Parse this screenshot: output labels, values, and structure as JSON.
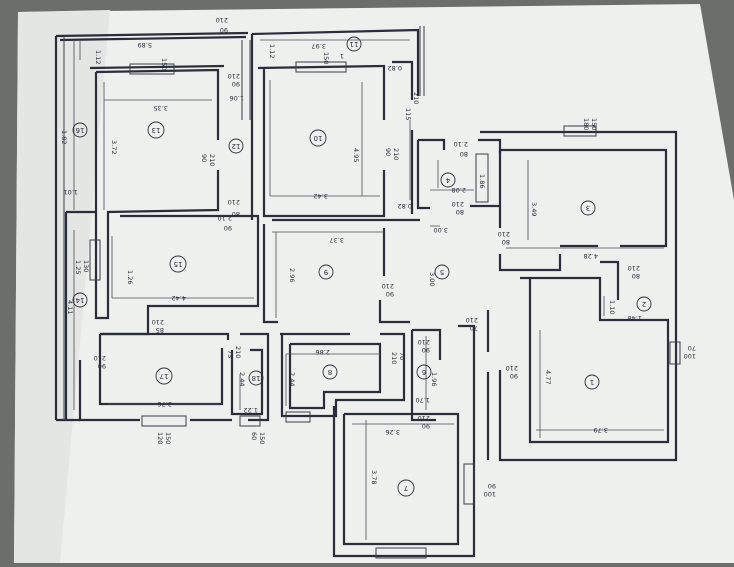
{
  "colors": {
    "paper": "#eef0ee",
    "ink": "#2a2d3a",
    "shadow": "#6b6e6a"
  },
  "rooms": [
    {
      "id": "r1",
      "number": "1"
    },
    {
      "id": "r2",
      "number": "2"
    },
    {
      "id": "r3",
      "number": "3"
    },
    {
      "id": "r4",
      "number": "4"
    },
    {
      "id": "r5",
      "number": "5"
    },
    {
      "id": "r6",
      "number": "6"
    },
    {
      "id": "r7",
      "number": "7"
    },
    {
      "id": "r8",
      "number": "8"
    },
    {
      "id": "r9",
      "number": "9"
    },
    {
      "id": "r10",
      "number": "10"
    },
    {
      "id": "r11",
      "number": "11"
    },
    {
      "id": "r12",
      "number": "12"
    },
    {
      "id": "r13",
      "number": "13"
    },
    {
      "id": "r14",
      "number": "14"
    },
    {
      "id": "r15",
      "number": "15"
    },
    {
      "id": "r16",
      "number": "16"
    },
    {
      "id": "r17",
      "number": "17"
    },
    {
      "id": "r18",
      "number": "18"
    }
  ],
  "dimensions": [
    {
      "id": "d1",
      "text": "210"
    },
    {
      "id": "d2",
      "text": "90"
    },
    {
      "id": "d3",
      "text": "5.89"
    },
    {
      "id": "d4",
      "text": "1.12"
    },
    {
      "id": "d5",
      "text": "3.97"
    },
    {
      "id": "d6",
      "text": "1.12"
    },
    {
      "id": "d7",
      "text": "1"
    },
    {
      "id": "d8",
      "text": "0.82"
    },
    {
      "id": "d9",
      "text": "150"
    },
    {
      "id": "d10",
      "text": "150"
    },
    {
      "id": "d11",
      "text": "210"
    },
    {
      "id": "d12",
      "text": "90"
    },
    {
      "id": "d13",
      "text": "1.06"
    },
    {
      "id": "d14",
      "text": "3.35"
    },
    {
      "id": "d15",
      "text": "3.72"
    },
    {
      "id": "d16",
      "text": "1.82"
    },
    {
      "id": "d17",
      "text": "210"
    },
    {
      "id": "d18",
      "text": "90"
    },
    {
      "id": "d19",
      "text": "1.01"
    },
    {
      "id": "d20",
      "text": "4.95"
    },
    {
      "id": "d21",
      "text": "3.42"
    },
    {
      "id": "d22",
      "text": "210"
    },
    {
      "id": "d23",
      "text": "90"
    },
    {
      "id": "d24",
      "text": "210"
    },
    {
      "id": "d25",
      "text": "80"
    },
    {
      "id": "d26",
      "text": "115"
    },
    {
      "id": "d27",
      "text": "210"
    },
    {
      "id": "d28",
      "text": "2.10"
    },
    {
      "id": "d29",
      "text": "80"
    },
    {
      "id": "d30",
      "text": "1.86"
    },
    {
      "id": "d31",
      "text": "2.08"
    },
    {
      "id": "d32",
      "text": "0.82"
    },
    {
      "id": "d33",
      "text": "210"
    },
    {
      "id": "d34",
      "text": "80"
    },
    {
      "id": "d35",
      "text": "3.00"
    },
    {
      "id": "d36",
      "text": "180"
    },
    {
      "id": "d37",
      "text": "150"
    },
    {
      "id": "d38",
      "text": "3.49"
    },
    {
      "id": "d39",
      "text": "210"
    },
    {
      "id": "d40",
      "text": "80"
    },
    {
      "id": "d41",
      "text": "4.28"
    },
    {
      "id": "d42",
      "text": "3.37"
    },
    {
      "id": "d43",
      "text": "2.96"
    },
    {
      "id": "d44",
      "text": "3.00"
    },
    {
      "id": "d45",
      "text": "4.42"
    },
    {
      "id": "d46",
      "text": "1.25"
    },
    {
      "id": "d47",
      "text": "130"
    },
    {
      "id": "d48",
      "text": "4.11"
    },
    {
      "id": "d49",
      "text": "210"
    },
    {
      "id": "d50",
      "text": "90"
    },
    {
      "id": "d51",
      "text": "1.26"
    },
    {
      "id": "d52",
      "text": "210"
    },
    {
      "id": "d53",
      "text": "70"
    },
    {
      "id": "d54",
      "text": "210"
    },
    {
      "id": "d55",
      "text": "80"
    },
    {
      "id": "d56",
      "text": "1.10"
    },
    {
      "id": "d57",
      "text": "1.48"
    },
    {
      "id": "d58",
      "text": "210"
    },
    {
      "id": "d59",
      "text": "85"
    },
    {
      "id": "d60",
      "text": "210"
    },
    {
      "id": "d61",
      "text": "90"
    },
    {
      "id": "d62",
      "text": "210"
    },
    {
      "id": "d63",
      "text": "75"
    },
    {
      "id": "d64",
      "text": "2.86"
    },
    {
      "id": "d65",
      "text": "210"
    },
    {
      "id": "d66",
      "text": "70"
    },
    {
      "id": "d67",
      "text": "1.96"
    },
    {
      "id": "d68",
      "text": "210"
    },
    {
      "id": "d69",
      "text": "90"
    },
    {
      "id": "d70",
      "text": "4.77"
    },
    {
      "id": "d71",
      "text": "210"
    },
    {
      "id": "d72",
      "text": "90"
    },
    {
      "id": "d73",
      "text": "70"
    },
    {
      "id": "d74",
      "text": "100"
    },
    {
      "id": "d75",
      "text": "3.76"
    },
    {
      "id": "d76",
      "text": "2.44"
    },
    {
      "id": "d77",
      "text": "2.44"
    },
    {
      "id": "d78",
      "text": "1.22"
    },
    {
      "id": "d79",
      "text": "1.70"
    },
    {
      "id": "d80",
      "text": "210"
    },
    {
      "id": "d81",
      "text": "90"
    },
    {
      "id": "d82",
      "text": "3.79"
    },
    {
      "id": "d83",
      "text": "120"
    },
    {
      "id": "d84",
      "text": "150"
    },
    {
      "id": "d85",
      "text": "60"
    },
    {
      "id": "d86",
      "text": "150"
    },
    {
      "id": "d87",
      "text": "3.26"
    },
    {
      "id": "d88",
      "text": "3.78"
    },
    {
      "id": "d89",
      "text": "90"
    },
    {
      "id": "d90",
      "text": "100"
    },
    {
      "id": "d91",
      "text": "2.10"
    },
    {
      "id": "d92",
      "text": "90"
    }
  ]
}
